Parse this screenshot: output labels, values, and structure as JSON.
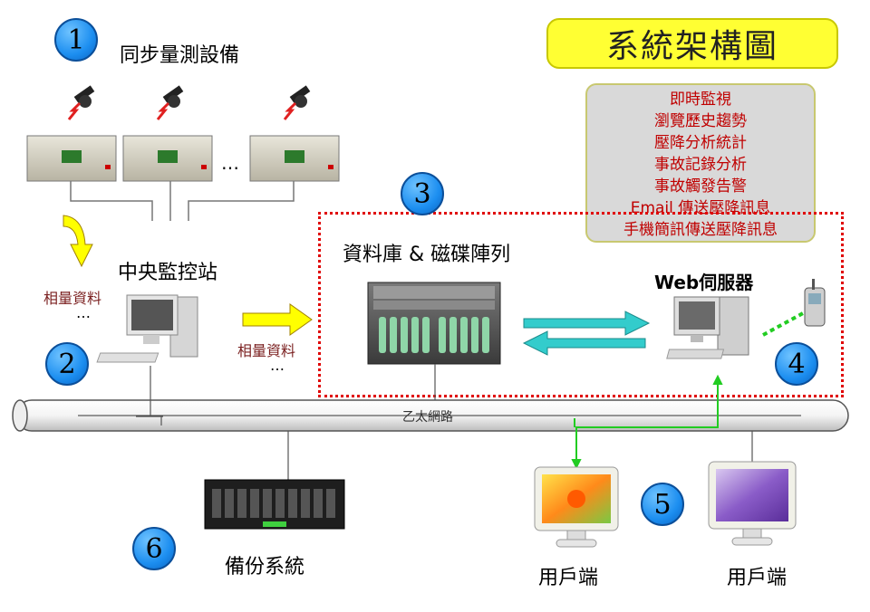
{
  "title": "系統架構圖",
  "features": [
    "即時監視",
    "瀏覽歷史趨勢",
    "壓降分析統計",
    "事故記錄分析",
    "事故觸發告警",
    "Email 傳送壓降訊息",
    "手機簡訊傳送壓降訊息"
  ],
  "markers": {
    "m1": "1",
    "m2": "2",
    "m3": "3",
    "m4": "4",
    "m5": "5",
    "m6": "6"
  },
  "labels": {
    "sync_devices": "同步量測設備",
    "central_station": "中央監控站",
    "database": "資料庫 & 磁碟陣列",
    "web_server": "Web伺服器",
    "ethernet": "乙太網路",
    "backup": "備份系統",
    "client1": "用戶端",
    "client2": "用戶端",
    "phase_data_1": "相量資料",
    "phase_data_1_dots": "…",
    "phase_data_2": "相量資料",
    "phase_data_2_dots": "…",
    "device_ellipsis": "…"
  },
  "colors": {
    "accent_blue": "#1c8ef0",
    "title_yellow": "#ffff33",
    "feature_red": "#c00000",
    "dashed_red": "#e00000",
    "arrow_yellow": "#ffff00",
    "arrow_cyan": "#33cccc",
    "link_green": "#22cc22"
  },
  "icons": [
    "satellite-icon",
    "measurement-device-icon",
    "desktop-computer-icon",
    "server-rack-icon",
    "web-server-computer-icon",
    "mobile-phone-icon",
    "backup-storage-icon",
    "client-monitor-icon"
  ]
}
